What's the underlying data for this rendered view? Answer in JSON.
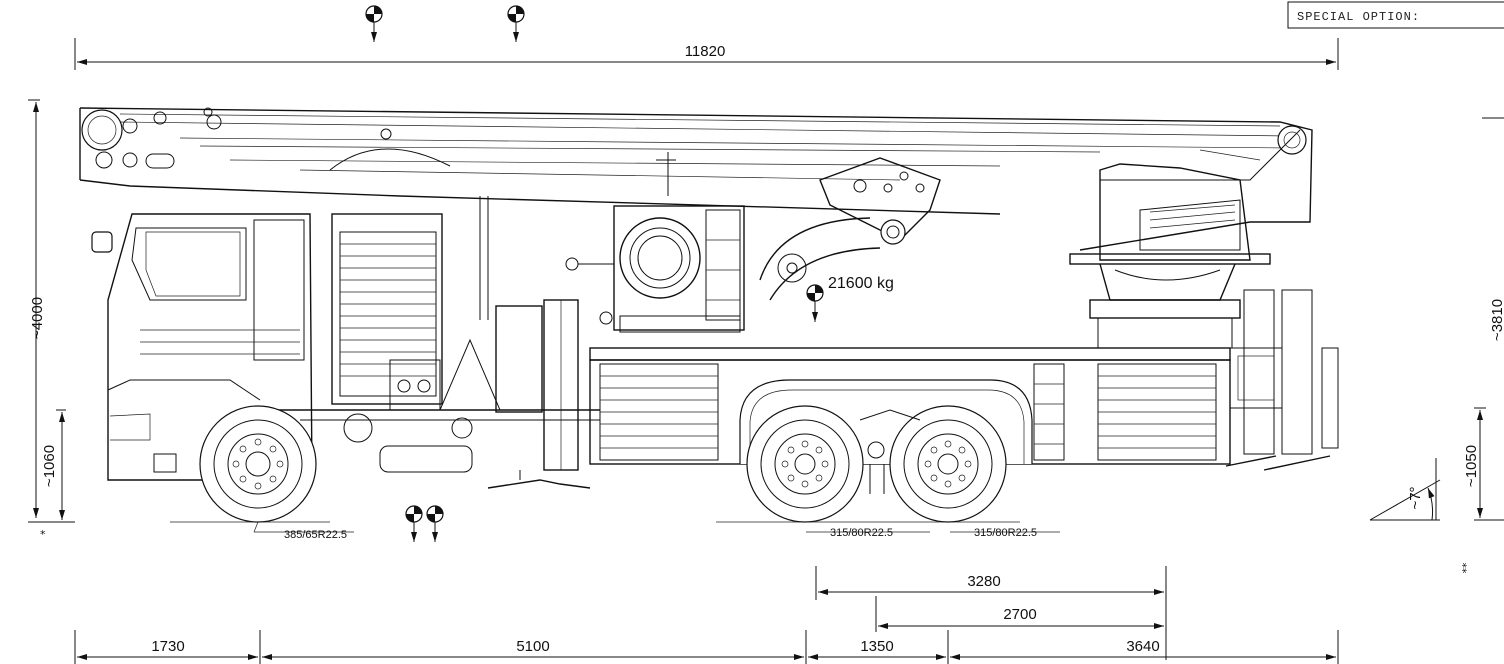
{
  "special_option_label": "SPECIAL OPTION:",
  "dimensions": {
    "overall_length": "11820",
    "overall_height": "~4000",
    "right_height": "~3810",
    "front_overhang_height": "~1060",
    "rear_overhang_height": "~1050",
    "departure_angle": "~7°",
    "wheelbase_total": "3280",
    "axle_spacing": "2700",
    "front_overhang": "1730",
    "wheelbase": "5100",
    "tandem_spacing": "1350",
    "rear_overhang": "3640"
  },
  "tyres": {
    "front": "385/65R22.5",
    "rear_1": "315/80R22.5",
    "rear_2": "315/80R22.5"
  },
  "mass": "21600 kg",
  "footnotes": {
    "left": "*",
    "right": "**"
  }
}
